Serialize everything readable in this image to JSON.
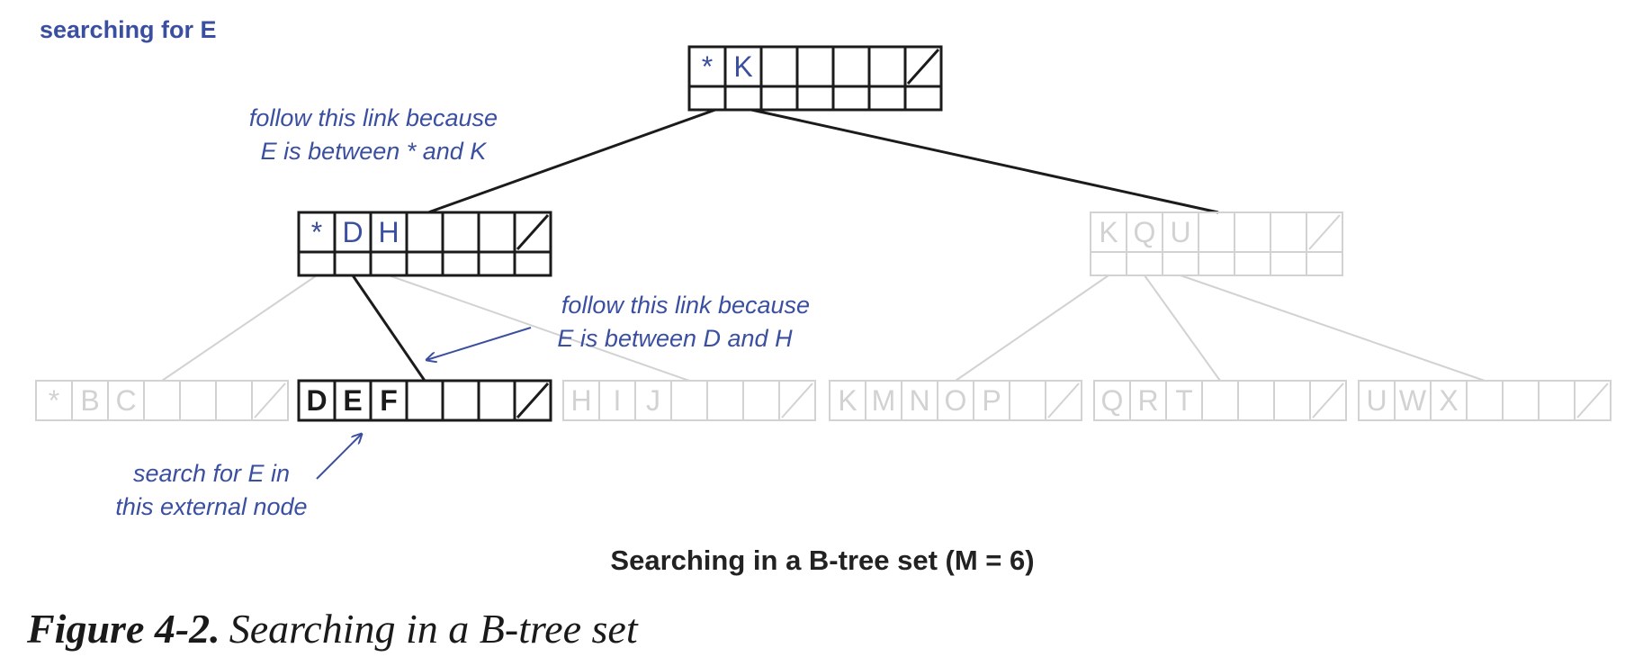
{
  "heading": "searching for E",
  "root": {
    "keys": [
      "*",
      "K"
    ]
  },
  "internal_nodes": [
    {
      "keys": [
        "*",
        "D",
        "H"
      ],
      "on_path": true
    },
    {
      "keys": [
        "K",
        "Q",
        "U"
      ],
      "on_path": false
    }
  ],
  "leaf_nodes": [
    {
      "keys": [
        "*",
        "B",
        "C"
      ],
      "on_path": false
    },
    {
      "keys": [
        "D",
        "E",
        "F"
      ],
      "on_path": true
    },
    {
      "keys": [
        "H",
        "I",
        "J"
      ],
      "on_path": false
    },
    {
      "keys": [
        "K",
        "M",
        "N",
        "O",
        "P"
      ],
      "on_path": false
    },
    {
      "keys": [
        "Q",
        "R",
        "T"
      ],
      "on_path": false
    },
    {
      "keys": [
        "U",
        "W",
        "X"
      ],
      "on_path": false
    }
  ],
  "annotations": {
    "root_link": [
      "follow this link because",
      "E is between * and K"
    ],
    "internal_link": [
      "follow this link because",
      "E is between D and H"
    ],
    "leaf_search": [
      "search for E in",
      "this external node"
    ]
  },
  "diagram_caption": "Searching in a B-tree set (M = 6)",
  "figure": {
    "label": "Figure 4-2.",
    "text": "Searching in a B-tree set"
  },
  "colors": {
    "accent": "#3b4fa0",
    "active": "#1b1b1b",
    "faded": "#d2d2d2"
  }
}
